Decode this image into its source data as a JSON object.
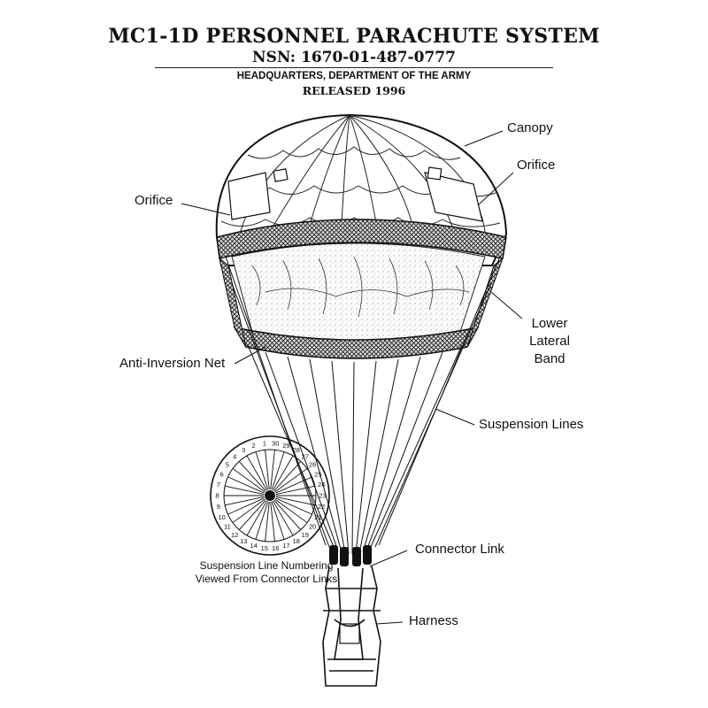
{
  "header": {
    "title": "MC1-1D PERSONNEL PARACHUTE SYSTEM",
    "nsn": "NSN: 1670-01-487-0777",
    "agency": "HEADQUARTERS, DEPARTMENT OF THE ARMY",
    "released": "RELEASED 1996"
  },
  "labels": {
    "canopy": "Canopy",
    "orifice_right": "Orifice",
    "orifice_left": "Orifice",
    "lower_lateral_band_1": "Lower",
    "lower_lateral_band_2": "Lateral",
    "lower_lateral_band_3": "Band",
    "anti_inversion_net": "Anti-Inversion Net",
    "suspension_lines": "Suspension Lines",
    "connector_link": "Connector Link",
    "harness": "Harness",
    "numbering_caption_1": "Suspension Line Numbering",
    "numbering_caption_2": "Viewed From Connector Links"
  },
  "numbering_diagram": {
    "numbers": [
      "1",
      "2",
      "3",
      "4",
      "5",
      "6",
      "7",
      "8",
      "9",
      "10",
      "11",
      "12",
      "13",
      "14",
      "15",
      "16",
      "17",
      "18",
      "19",
      "20",
      "21",
      "22",
      "23",
      "24",
      "25",
      "26",
      "27",
      "28",
      "29",
      "30"
    ]
  },
  "colors": {
    "ink": "#111111",
    "net": "#3a3a3a",
    "paper": "#ffffff"
  }
}
